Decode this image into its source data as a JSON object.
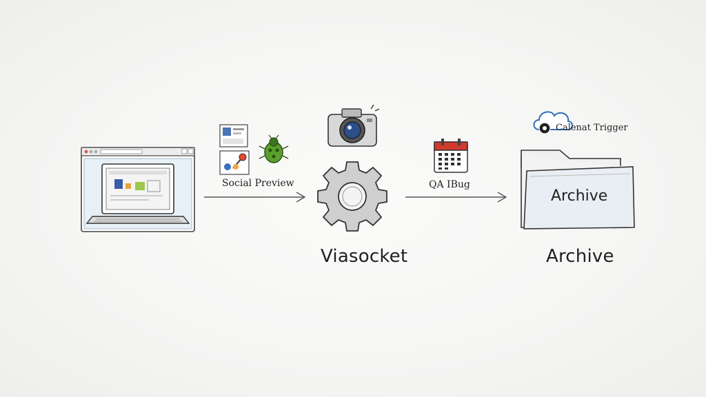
{
  "diagram": {
    "source": {
      "icon": "laptop-browser-window-icon"
    },
    "step1": {
      "label": "Social Preview",
      "icons": [
        "thumbnail-icon",
        "bug-icon",
        "pin-icon"
      ]
    },
    "hub": {
      "label": "Viasocket",
      "icons": [
        "camera-icon",
        "gear-icon"
      ]
    },
    "step2": {
      "label": "QA IBug",
      "icon": "calendar-icon"
    },
    "target": {
      "label": "Archive",
      "folder_label": "Archive",
      "trigger_label": "Calenat Trigger",
      "icons": [
        "cloud-icon",
        "folder-icon"
      ]
    }
  },
  "colors": {
    "ink": "#2a2a2a",
    "bug": "#5aa02c",
    "calendar_red": "#d23a2e",
    "cloud_blue": "#2f6fb8",
    "arrow": "#555555"
  }
}
